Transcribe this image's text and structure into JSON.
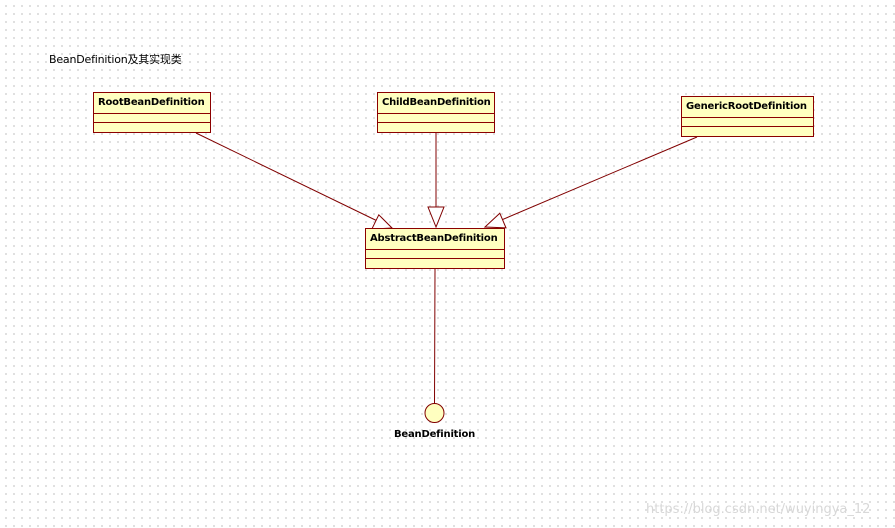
{
  "diagram": {
    "caption": "BeanDefinition及其实现类",
    "classes": {
      "root": {
        "name": "RootBeanDefinition"
      },
      "child": {
        "name": "ChildBeanDefinition"
      },
      "generic": {
        "name": "GenericRootDefinition"
      },
      "abstract": {
        "name": "AbstractBeanDefinition"
      }
    },
    "interface": {
      "name": "BeanDefinition"
    },
    "relationships": [
      {
        "from": "RootBeanDefinition",
        "to": "AbstractBeanDefinition",
        "type": "generalization"
      },
      {
        "from": "ChildBeanDefinition",
        "to": "AbstractBeanDefinition",
        "type": "generalization"
      },
      {
        "from": "GenericRootDefinition",
        "to": "AbstractBeanDefinition",
        "type": "generalization"
      },
      {
        "from": "AbstractBeanDefinition",
        "to": "BeanDefinition",
        "type": "interface-realization"
      }
    ]
  },
  "colors": {
    "class_fill": "#ffffc0",
    "border": "#8c0000",
    "line": "#800000"
  },
  "watermark": "https://blog.csdn.net/wuyingya_12"
}
